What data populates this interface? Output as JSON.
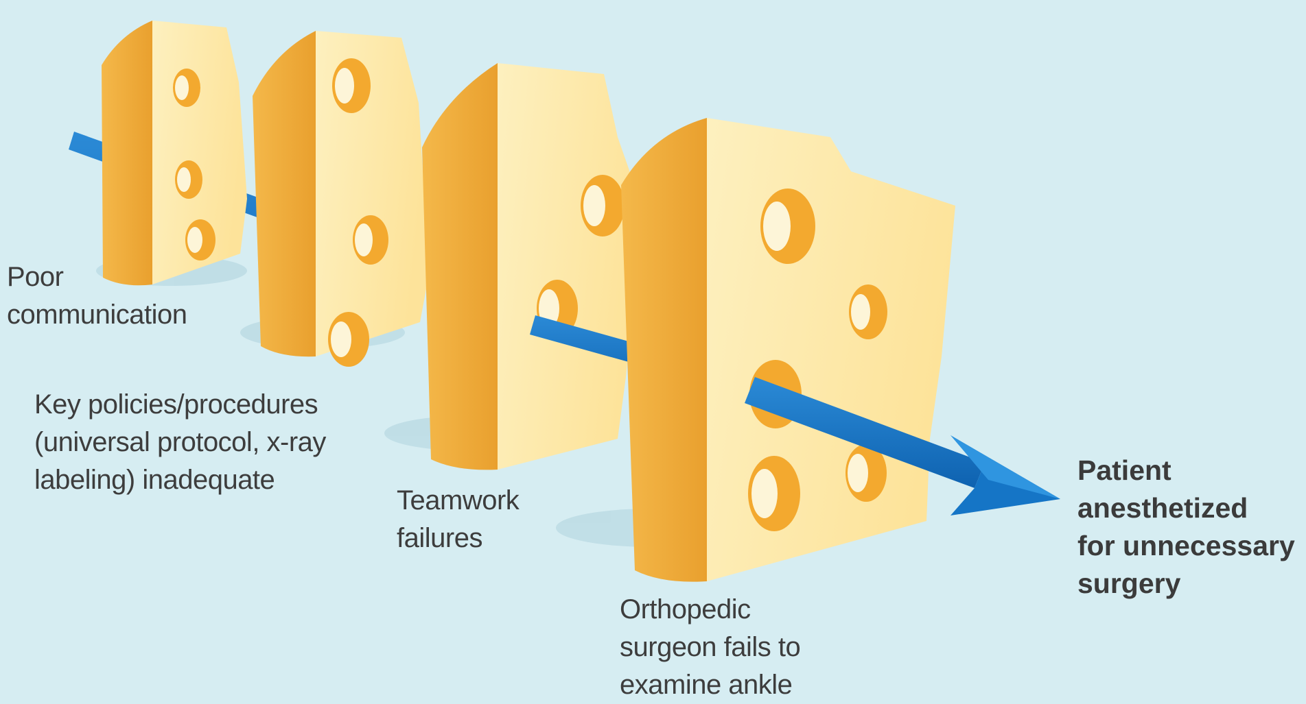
{
  "slices": [
    {
      "label": "Poor\ncommunication"
    },
    {
      "label": "Key policies/procedures\n(universal protocol, x-ray\nlabeling) inadequate"
    },
    {
      "label": "Teamwork\nfailures"
    },
    {
      "label": "Orthopedic\nsurgeon fails to\nexamine ankle"
    }
  ],
  "outcome": "Patient\nanesthetized\nfor unnecessary\nsurgery",
  "colors": {
    "background": "#d6edf2",
    "arrow": "#1575c6",
    "cheese_face": "#fde9a6",
    "cheese_side": "#f2ae3a",
    "hole": "#f3a92f"
  },
  "icons": {
    "slice": "swiss-cheese-slice",
    "arrow": "trajectory-arrow"
  }
}
